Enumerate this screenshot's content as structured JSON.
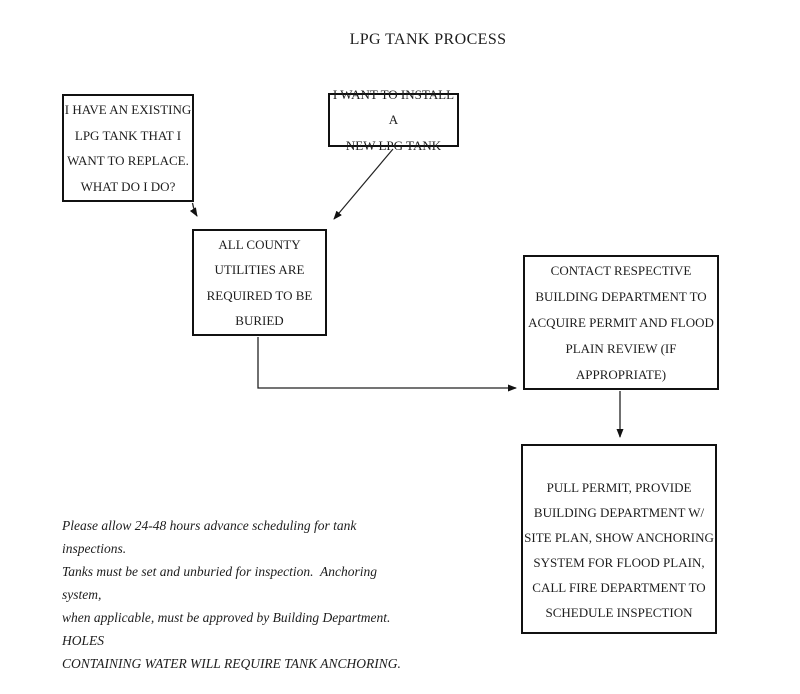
{
  "page": {
    "title": "LPG TANK PROCESS",
    "background_color": "#ffffff",
    "text_color": "#1d1d1d",
    "line_color": "#111111"
  },
  "flowchart": {
    "boxes": [
      {
        "id": "existing-tank",
        "lines": [
          "I HAVE AN EXISTING",
          "LPG TANK THAT I",
          "WANT TO REPLACE.",
          "WHAT DO I DO?"
        ]
      },
      {
        "id": "new-tank",
        "lines": [
          "I WANT TO INSTALL A",
          "NEW LPG TANK"
        ]
      },
      {
        "id": "utilities-buried",
        "lines": [
          "ALL COUNTY",
          "UTILITIES ARE",
          "REQUIRED TO BE",
          "BURIED"
        ]
      },
      {
        "id": "contact-building-dept",
        "lines": [
          "CONTACT RESPECTIVE",
          "BUILDING DEPARTMENT TO",
          "ACQUIRE PERMIT AND FLOOD",
          "PLAIN REVIEW (IF",
          "APPROPRIATE)"
        ]
      },
      {
        "id": "pull-permit",
        "lines": [
          "PULL PERMIT, PROVIDE",
          "BUILDING DEPARTMENT W/",
          "SITE PLAN, SHOW ANCHORING",
          "SYSTEM FOR FLOOD PLAIN,",
          "CALL FIRE DEPARTMENT TO",
          "SCHEDULE INSPECTION"
        ]
      }
    ],
    "arrows": [
      {
        "from": "existing-tank",
        "to": "utilities-buried"
      },
      {
        "from": "new-tank",
        "to": "utilities-buried"
      },
      {
        "from": "utilities-buried",
        "to": "contact-building-dept"
      },
      {
        "from": "contact-building-dept",
        "to": "pull-permit"
      }
    ]
  },
  "note": {
    "lines": [
      "Please allow 24-48 hours advance scheduling for tank inspections.",
      "Tanks must be set and unburied for inspection.  Anchoring system,",
      "when applicable, must be approved by Building Department.  HOLES",
      "CONTAINING WATER WILL REQUIRE TANK ANCHORING."
    ]
  }
}
